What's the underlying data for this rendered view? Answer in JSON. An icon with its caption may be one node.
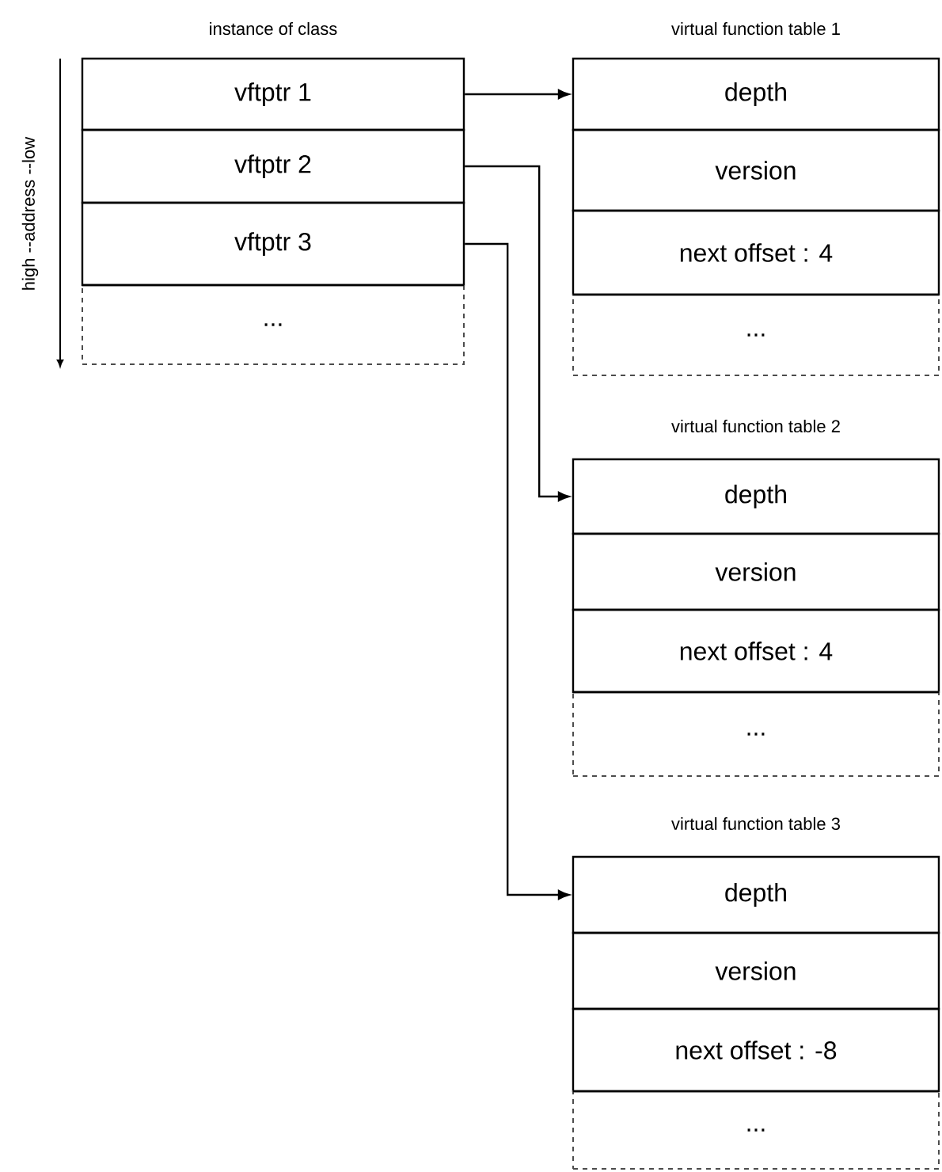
{
  "diagram": {
    "nodes": [
      {
        "text": [
          "instance of class"
        ]
      },
      {
        "text": [
          "vftptr 1"
        ]
      },
      {
        "text": [
          "vftptr 2"
        ]
      },
      {
        "text": [
          "vftptr 3"
        ]
      },
      {
        "text": [
          "..."
        ]
      },
      {
        "text": [
          "virtual function table 1"
        ]
      },
      {
        "text": [
          "depth"
        ]
      },
      {
        "text": [
          "version"
        ]
      },
      {
        "text": [
          "next offset : 4"
        ]
      },
      {
        "text": [
          "..."
        ]
      },
      {
        "text": [
          "virtual function table 2"
        ]
      },
      {
        "text": [
          "depth"
        ]
      },
      {
        "text": [
          "version"
        ]
      },
      {
        "text": [
          "next offset : 4"
        ]
      },
      {
        "text": [
          "..."
        ]
      },
      {
        "text": [
          "virtual function table 3"
        ]
      },
      {
        "text": [
          "depth"
        ]
      },
      {
        "text": [
          "version"
        ]
      },
      {
        "text": [
          "next offset : -8"
        ]
      },
      {
        "text": [
          "..."
        ]
      }
    ],
    "edges": [
      {
        "from": 1,
        "to": 6,
        "arrow": "to"
      },
      {
        "from": 2,
        "to": 11,
        "arrow": "to"
      },
      {
        "from": 3,
        "to": 16,
        "arrow": "to"
      }
    ],
    "labels": [
      "high --address --low"
    ]
  }
}
